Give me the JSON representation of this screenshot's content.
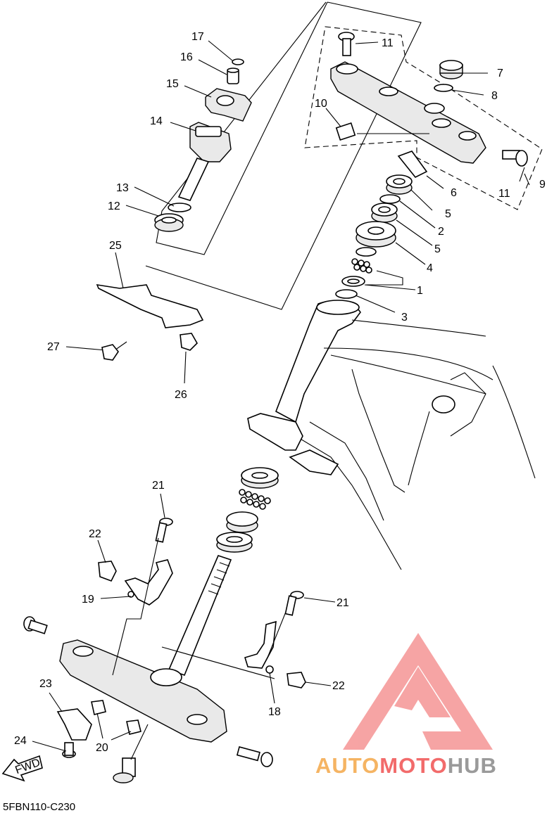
{
  "diagram_code": "5FBN110-C230",
  "fwd_label": "FWD",
  "logo": {
    "part1": "AUTO",
    "part2": "MOTO",
    "part3": "HUB"
  },
  "callouts": [
    {
      "id": "c17",
      "text": "17"
    },
    {
      "id": "c16",
      "text": "16"
    },
    {
      "id": "c15",
      "text": "15"
    },
    {
      "id": "c14",
      "text": "14"
    },
    {
      "id": "c13",
      "text": "13"
    },
    {
      "id": "c12",
      "text": "12"
    },
    {
      "id": "c25",
      "text": "25"
    },
    {
      "id": "c27",
      "text": "27"
    },
    {
      "id": "c26",
      "text": "26"
    },
    {
      "id": "c11a",
      "text": "11"
    },
    {
      "id": "c10",
      "text": "10"
    },
    {
      "id": "c7",
      "text": "7"
    },
    {
      "id": "c8",
      "text": "8"
    },
    {
      "id": "c9",
      "text": "9"
    },
    {
      "id": "c11b",
      "text": "11"
    },
    {
      "id": "c6",
      "text": "6"
    },
    {
      "id": "c5a",
      "text": "5"
    },
    {
      "id": "c2",
      "text": "2"
    },
    {
      "id": "c5b",
      "text": "5"
    },
    {
      "id": "c4",
      "text": "4"
    },
    {
      "id": "c1",
      "text": "1"
    },
    {
      "id": "c3",
      "text": "3"
    },
    {
      "id": "c21a",
      "text": "21"
    },
    {
      "id": "c22a",
      "text": "22"
    },
    {
      "id": "c19",
      "text": "19"
    },
    {
      "id": "c21b",
      "text": "21"
    },
    {
      "id": "c22b",
      "text": "22"
    },
    {
      "id": "c18",
      "text": "18"
    },
    {
      "id": "c23",
      "text": "23"
    },
    {
      "id": "c20",
      "text": "20"
    },
    {
      "id": "c24",
      "text": "24"
    }
  ],
  "colors": {
    "logo_red": "#f05a5a",
    "logo_orange": "#f5b463",
    "logo_grey": "#9a9a9a",
    "ink": "#000000"
  }
}
